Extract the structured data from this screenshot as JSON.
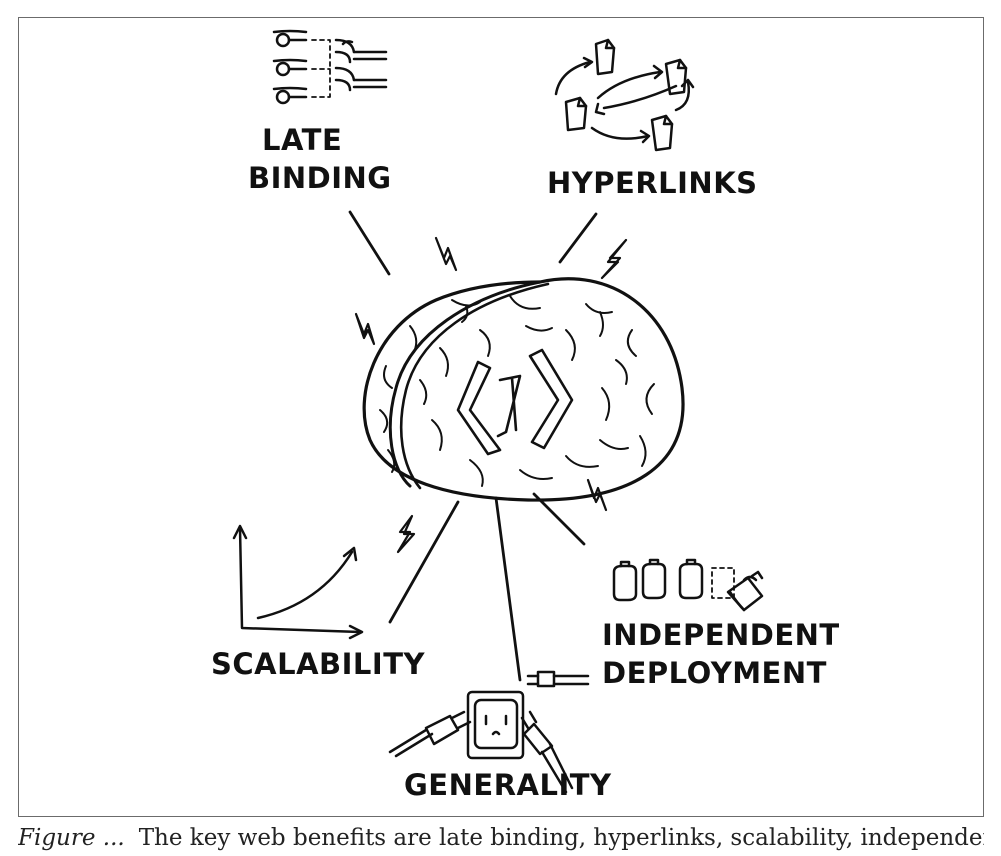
{
  "labels": {
    "late_binding_line1": "LATE",
    "late_binding_line2": "BINDING",
    "hyperlinks": "HYPERLINKS",
    "scalability": "SCALABILITY",
    "independent_deployment_line1": "INDEPENDENT",
    "independent_deployment_line2": "DEPLOYMENT",
    "generality": "GENERALITY"
  },
  "caption": {
    "label": "Figure ...",
    "text": "The key web benefits are late binding, hyperlinks, scalability, independent deployment, and generality."
  },
  "colors": {
    "ink": "#111111",
    "frame": "#6b6b6b",
    "background": "#ffffff"
  },
  "icons": {
    "center": "brain-with-code-brackets-icon",
    "late_binding": "plug-sockets-icon",
    "hyperlinks": "linked-documents-icon",
    "scalability": "growth-curve-icon",
    "independent_deployment": "batteries-icon",
    "generality": "outlet-and-plugs-icon"
  }
}
